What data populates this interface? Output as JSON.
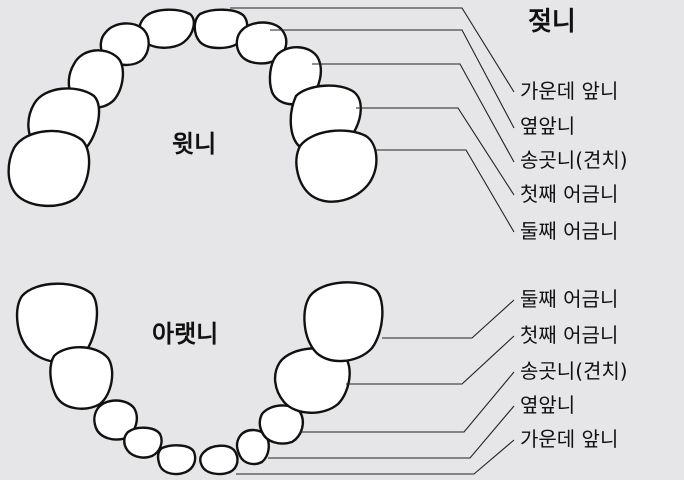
{
  "title": "젖니",
  "upper": {
    "label": "윗니",
    "teeth": [
      "가운데 앞니",
      "옆앞니",
      "송곳니(견치)",
      "첫째 어금니",
      "둘째 어금니"
    ]
  },
  "lower": {
    "label": "아랫니",
    "teeth": [
      "둘째 어금니",
      "첫째 어금니",
      "송곳니(견치)",
      "옆앞니",
      "가운데 앞니"
    ]
  },
  "colors": {
    "background": "#e6e6e8",
    "tooth_fill": "#ffffff",
    "outline": "#111111"
  }
}
